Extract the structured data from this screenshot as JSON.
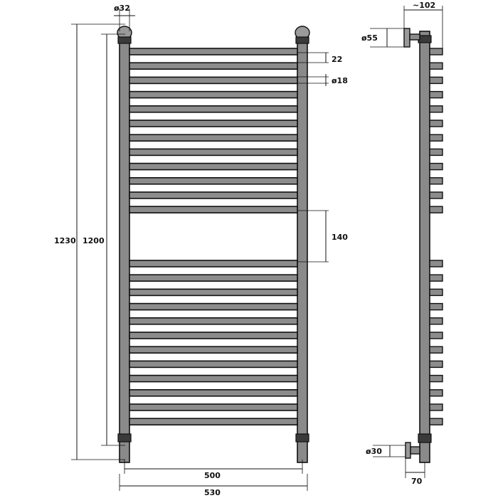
{
  "dimensions": {
    "post_diameter": "ø32",
    "bar_pitch": "22",
    "bar_diameter": "ø18",
    "gap_height": "140",
    "total_height": "1230",
    "center_height": "1200",
    "center_width": "500",
    "total_width": "530",
    "depth": "~102",
    "wall_flange": "ø55",
    "connection": "ø30",
    "wall_offset": "70"
  },
  "drawing": {
    "upper_bar_count": 12,
    "lower_bar_count": 12,
    "line_color": "#111111",
    "fill_color": "#8c8c8c"
  }
}
